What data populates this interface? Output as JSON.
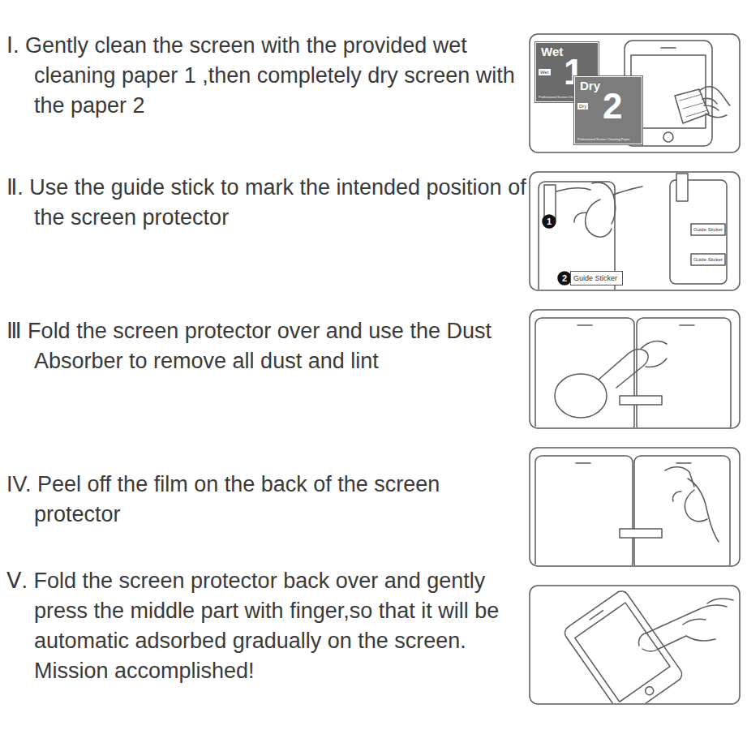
{
  "diagram": {
    "nodes": [
      {
        "text": [
          "Wet",
          "Wet",
          "1",
          "Professional Screen Cleaning Paper"
        ]
      },
      {
        "text": [
          "Dry",
          "Dry",
          "2",
          "Professional Screen Cleaning Paper"
        ]
      },
      {
        "text": [
          "Guide Sticker"
        ]
      }
    ],
    "labels": [
      "Ⅰ. Gently clean the screen with the provided wet cleaning paper 1 ,then completely dry screen with the paper 2",
      "Ⅱ. Use the guide stick to mark the intended position of the screen protector",
      "Ⅲ Fold the screen protector over and use the Dust Absorber to remove all dust and lint",
      "IV. Peel off the film on the back of the screen protector",
      "Ⅴ. Fold the screen protector back over and gently press the middle part with finger,so that it will be automatic adsorbed gradually on the screen. Mission accomplished!",
      "1",
      "2",
      "Guide Sticker",
      "Guide Sticker"
    ]
  }
}
